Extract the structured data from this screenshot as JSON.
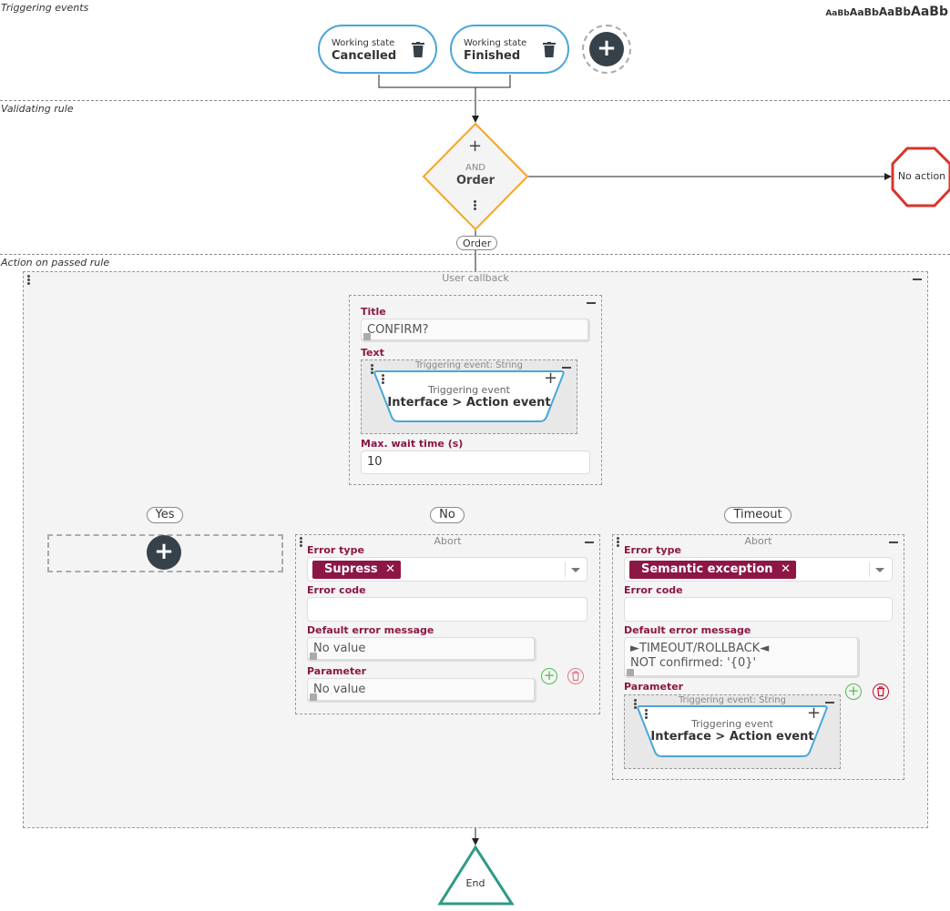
{
  "sections": {
    "triggering": "Triggering events",
    "validating": "Validating rule",
    "action": "Action on passed rule"
  },
  "font_sample": [
    "AaBb",
    "AaBb",
    "AaBb",
    "AaBb"
  ],
  "triggers": [
    {
      "line1": "Working state",
      "line2": "Cancelled"
    },
    {
      "line1": "Working state",
      "line2": "Finished"
    }
  ],
  "rule": {
    "plus": "+",
    "operator": "AND",
    "name": "Order",
    "output_label": "Order"
  },
  "no_action": "No action",
  "user_callback": {
    "title": "User callback",
    "title_label": "Title",
    "title_value": "CONFIRM?",
    "text_label": "Text",
    "text_panel_title": "Triggering event: String",
    "text_event_line1": "Triggering event",
    "text_event_line2": "Interface > Action event",
    "wait_label": "Max. wait time (s)",
    "wait_value": "10"
  },
  "branches": {
    "yes": "Yes",
    "no": "No",
    "timeout": "Timeout"
  },
  "abort_no": {
    "title": "Abort",
    "error_type_label": "Error type",
    "error_type_value": "Supress",
    "error_code_label": "Error code",
    "error_code_value": "",
    "default_msg_label": "Default error message",
    "default_msg_value": "No value",
    "parameter_label": "Parameter",
    "parameter_value": "No value"
  },
  "abort_timeout": {
    "title": "Abort",
    "error_type_label": "Error type",
    "error_type_value": "Semantic exception",
    "error_code_label": "Error code",
    "error_code_value": "",
    "default_msg_label": "Default error message",
    "default_msg_line1": "►TIMEOUT/ROLLBACK◄",
    "default_msg_line2": "NOT confirmed: '{0}'",
    "parameter_label": "Parameter",
    "param_panel_title": "Triggering event: String",
    "param_event_line1": "Triggering event",
    "param_event_line2": "Interface > Action event"
  },
  "end": "End",
  "colors": {
    "trigger_border": "#4aa6d8",
    "rule_border": "#f5a623",
    "no_action_border": "#d9342b",
    "end_border": "#2e9b86",
    "field_label": "#8c1744",
    "tag_bg": "#8c1744",
    "add_button": "#36414a"
  }
}
